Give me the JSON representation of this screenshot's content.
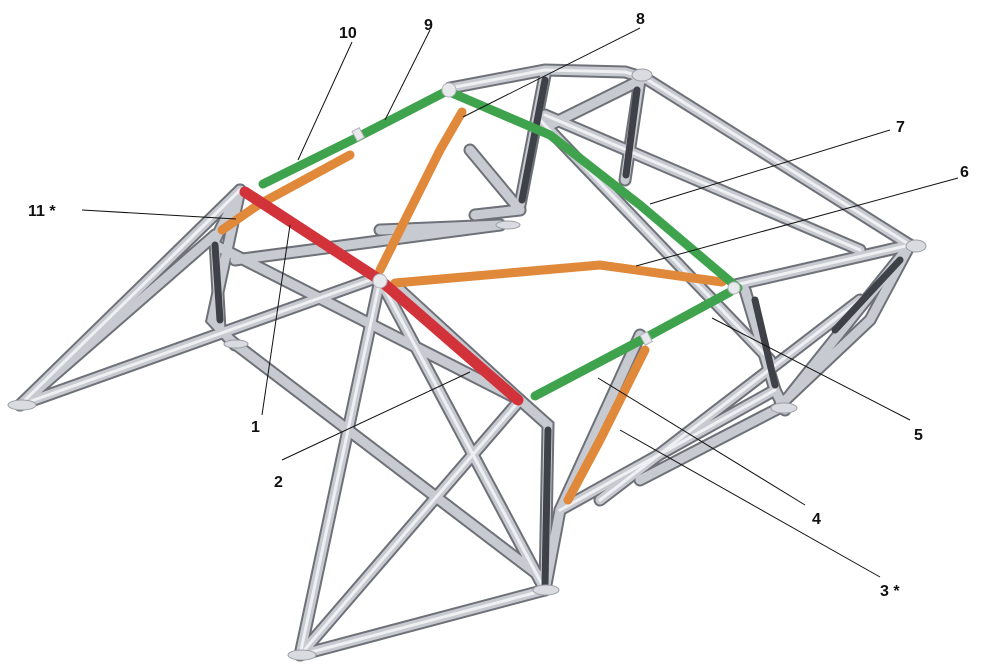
{
  "colors": {
    "background": "#ffffff",
    "tube": "#c7cad0",
    "tube_shadow": "#6e7178",
    "tube_dark": "#3e4148",
    "red": "#d2323a",
    "green": "#3fa34d",
    "orange": "#e0893a",
    "label": "#111111"
  },
  "labels": {
    "l1": "1",
    "l2": "2",
    "l3": "3 *",
    "l4": "4",
    "l5": "5",
    "l6": "6",
    "l7": "7",
    "l8": "8",
    "l9": "9",
    "l10": "10",
    "l11": "11 *"
  }
}
